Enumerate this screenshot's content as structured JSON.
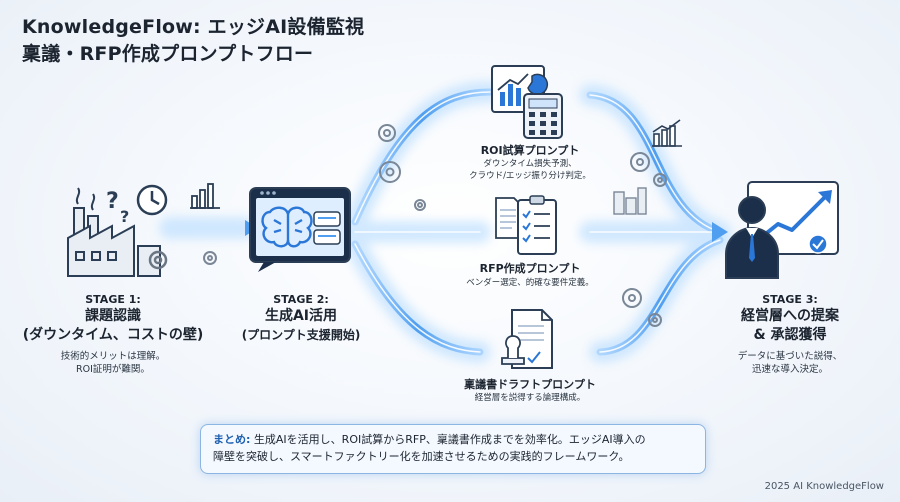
{
  "header": {
    "line1": "KnowledgeFlow: エッジAI設備監視",
    "line2": "稟議・RFP作成プロンプトフロー"
  },
  "stages": [
    {
      "id": "stage1",
      "heading": "STAGE 1:",
      "title_line1": "課題認識",
      "title_line2": "(ダウンタイム、コストの壁)",
      "desc_line1": "技術的メリットは理解。",
      "desc_line2": "ROI証明が難関。"
    },
    {
      "id": "stage2",
      "heading": "STAGE 2:",
      "title_line1": "生成AI活用",
      "title_line2": "(プロンプト支援開始)"
    },
    {
      "id": "stage3",
      "heading": "STAGE 3:",
      "title_line1": "経営層への提案",
      "title_line2": "& 承認獲得",
      "desc_line1": "データに基づいた説得、",
      "desc_line2": "迅速な導入決定。"
    }
  ],
  "prompts": [
    {
      "title": "ROI試算プロンプト",
      "desc_line1": "ダウンタイム損失予測、",
      "desc_line2": "クラウド/エッジ振り分け判定。"
    },
    {
      "title": "RFP作成プロンプト",
      "desc_line1": "ベンダー選定、的確な要件定義。"
    },
    {
      "title": "稟議書ドラフトプロンプト",
      "desc_line1": "経営層を説得する論理構成。"
    }
  ],
  "summary": {
    "label": "まとめ:",
    "text1": "生成AIを活用し、ROI試算からRFP、稟議書作成までを効率化。エッジAI導入の",
    "text2": "障壁を突破し、スマートファクトリー化を加速させるための実践的フレームワーク。"
  },
  "footer": "2025 AI KnowledgeFlow",
  "colors": {
    "flow": "#5aa3f0",
    "glow": "#bfe0ff",
    "icon_stroke": "#2b3e55",
    "accent": "#1d5fb0"
  },
  "icons": [
    "factory-icon",
    "question-icon",
    "clock-icon",
    "bar-chart-icon",
    "brain-icon",
    "chat-bubble-icon",
    "calculator-icon",
    "document-checklist-icon",
    "stamp-icon",
    "presenter-icon",
    "growth-arrow-icon",
    "gear-icon"
  ]
}
